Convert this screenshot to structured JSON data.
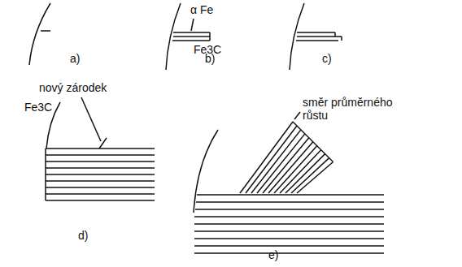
{
  "diagram": {
    "labels": [
      "α Fe",
      "Fe3C",
      "a)",
      "b)",
      "c)",
      "nový zárodek",
      "Fe3C",
      "směr průměrného růstu",
      "d)",
      "e)"
    ]
  }
}
